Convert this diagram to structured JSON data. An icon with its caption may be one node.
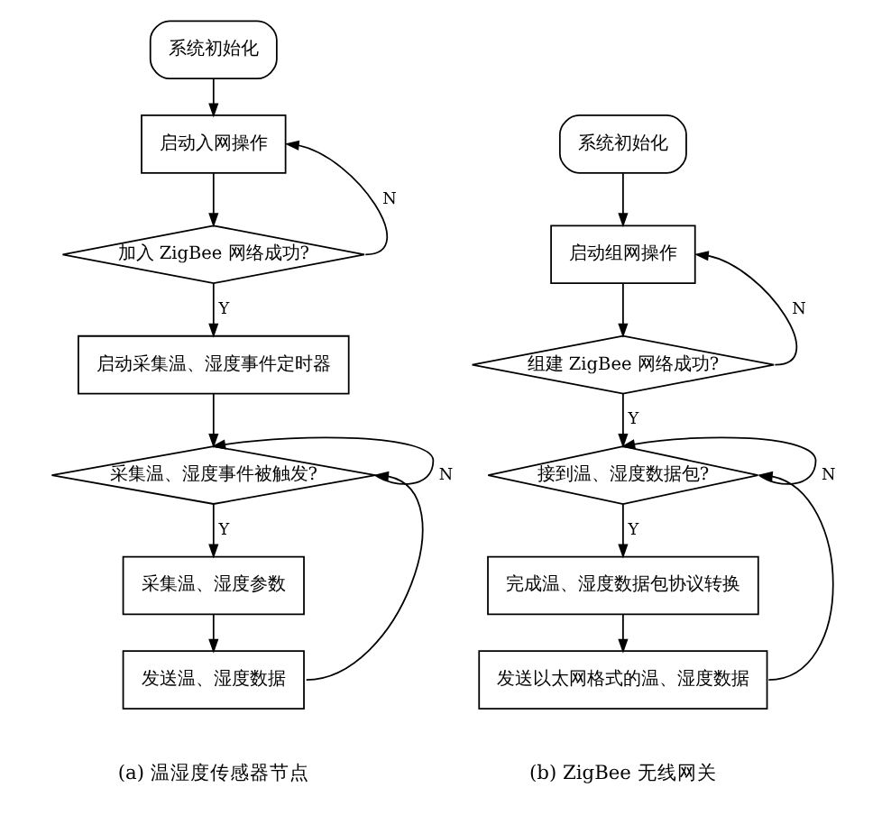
{
  "diagram": {
    "nodes": [
      {
        "text": [
          "系统初始化"
        ]
      },
      {
        "text": [
          "启动入网操作"
        ]
      },
      {
        "text": [
          "加入 ZigBee 网络成功?"
        ]
      },
      {
        "text": [
          "启动采集温、湿度事件定时器"
        ]
      },
      {
        "text": [
          "采集温、湿度事件被触发?"
        ]
      },
      {
        "text": [
          "采集温、湿度参数"
        ]
      },
      {
        "text": [
          "发送温、湿度数据"
        ]
      },
      {
        "text": [
          "系统初始化"
        ]
      },
      {
        "text": [
          "启动组网操作"
        ]
      },
      {
        "text": [
          "组建 ZigBee 网络成功?"
        ]
      },
      {
        "text": [
          "接到温、湿度数据包?"
        ]
      },
      {
        "text": [
          "完成温、湿度数据包协议转换"
        ]
      },
      {
        "text": [
          "发送以太网格式的温、湿度数据"
        ]
      }
    ],
    "edges": [
      {
        "from": 0,
        "to": 1,
        "arrow": "to"
      },
      {
        "from": 1,
        "to": 2,
        "arrow": "to"
      },
      {
        "from": 2,
        "to": 3,
        "arrow": "to",
        "label": "Y"
      },
      {
        "from": 2,
        "to": 1,
        "arrow": "to",
        "label": "N"
      },
      {
        "from": 3,
        "to": 4,
        "arrow": "to"
      },
      {
        "from": 4,
        "to": 5,
        "arrow": "to",
        "label": "Y"
      },
      {
        "from": 4,
        "to": 4,
        "arrow": "to",
        "label": "N"
      },
      {
        "from": 5,
        "to": 6,
        "arrow": "to"
      },
      {
        "from": 6,
        "to": 4,
        "arrow": "to"
      },
      {
        "from": 7,
        "to": 8,
        "arrow": "to"
      },
      {
        "from": 8,
        "to": 9,
        "arrow": "to"
      },
      {
        "from": 9,
        "to": 10,
        "arrow": "to",
        "label": "Y"
      },
      {
        "from": 9,
        "to": 8,
        "arrow": "to",
        "label": "N"
      },
      {
        "from": 10,
        "to": 11,
        "arrow": "to",
        "label": "Y"
      },
      {
        "from": 10,
        "to": 10,
        "arrow": "to",
        "label": "N"
      },
      {
        "from": 11,
        "to": 12,
        "arrow": "to"
      },
      {
        "from": 12,
        "to": 10,
        "arrow": "to"
      }
    ],
    "labels": [
      "(a) 温湿度传感器节点",
      "(b) ZigBee 无线网关"
    ]
  }
}
